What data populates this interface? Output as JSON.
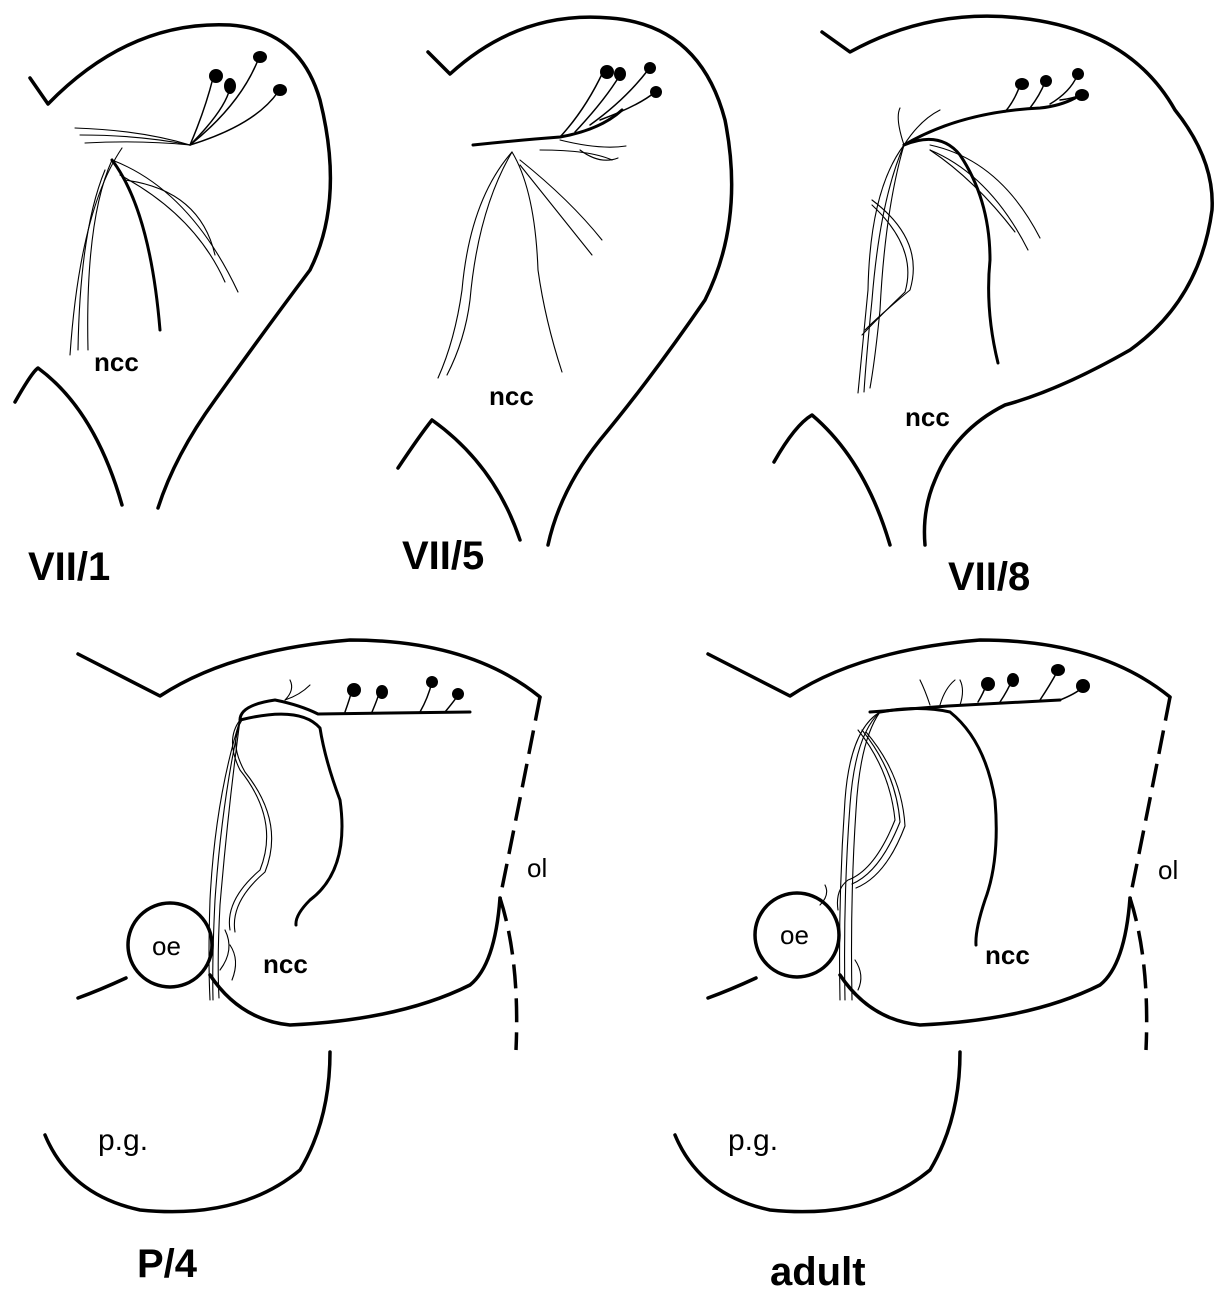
{
  "panels": [
    {
      "id": "vii1",
      "title": "VII/1",
      "labels": {
        "ncc": "ncc"
      }
    },
    {
      "id": "vii5",
      "title": "VII/5",
      "labels": {
        "ncc": "ncc"
      }
    },
    {
      "id": "vii8",
      "title": "VII/8",
      "labels": {
        "ncc": "ncc"
      }
    },
    {
      "id": "p4",
      "title": "P/4",
      "labels": {
        "ncc": "ncc",
        "oe": "oe",
        "pg": "p.g.",
        "ol": "ol"
      }
    },
    {
      "id": "adult",
      "title": "adult",
      "labels": {
        "ncc": "ncc",
        "oe": "oe",
        "pg": "p.g.",
        "ol": "ol"
      }
    }
  ]
}
